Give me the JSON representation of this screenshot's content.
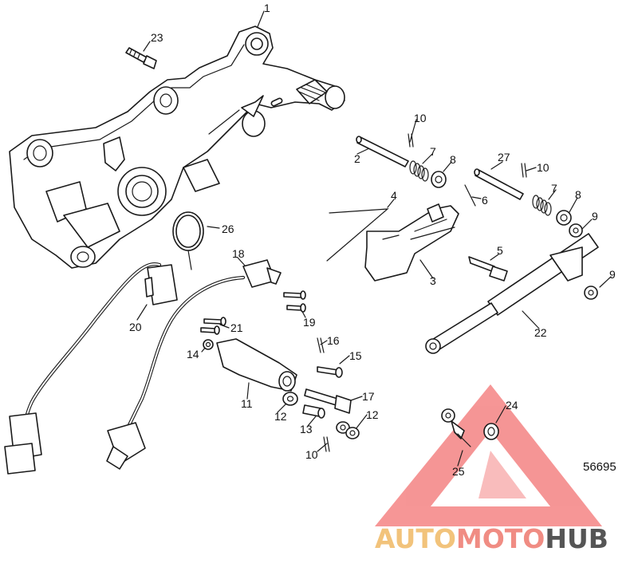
{
  "diagram": {
    "reference_number": "56695",
    "callouts": [
      "1",
      "23",
      "10",
      "2",
      "7",
      "8",
      "27",
      "10",
      "4",
      "6",
      "7",
      "8",
      "9",
      "26",
      "5",
      "18",
      "3",
      "9",
      "19",
      "20",
      "21",
      "22",
      "16",
      "14",
      "15",
      "11",
      "17",
      "12",
      "12",
      "13",
      "24",
      "10",
      "25"
    ]
  },
  "watermark": {
    "segments": [
      "AUTO",
      "MOTO",
      "HUB"
    ],
    "colors": {
      "auto": "#f2c37b",
      "moto": "#f08c83",
      "hub": "#555555",
      "triangle": "#f26d6d"
    }
  }
}
